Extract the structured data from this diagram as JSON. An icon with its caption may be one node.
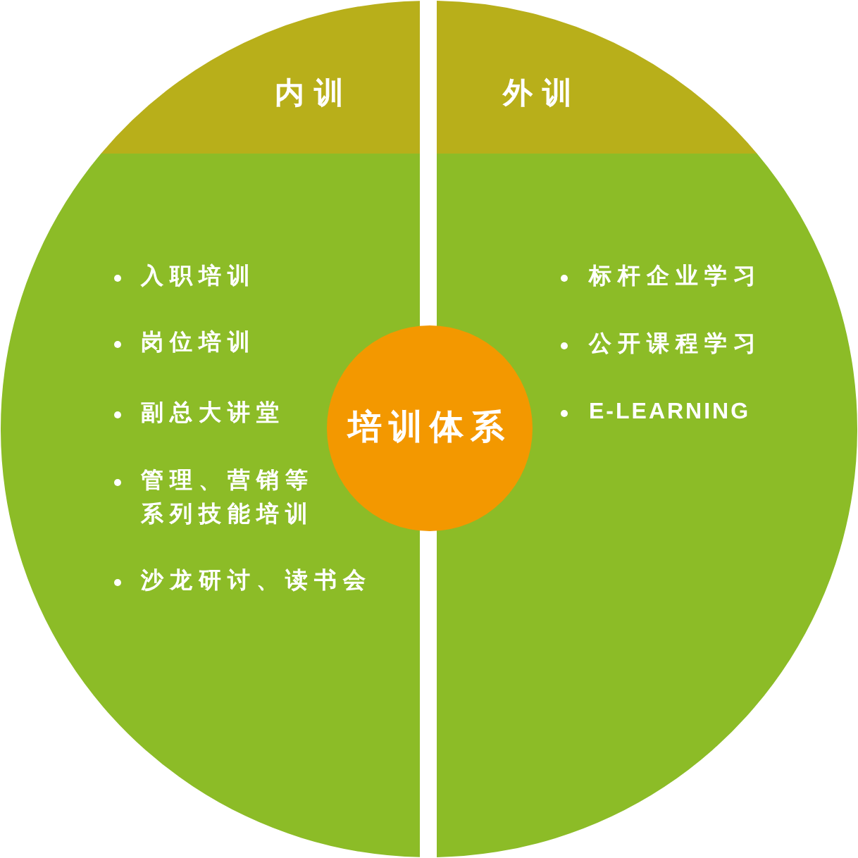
{
  "diagram": {
    "nodes": [
      {
        "text": [
          "内训",
          "入职培训",
          "岗位培训",
          "副总大讲堂",
          "管理、营销等系列技能培训",
          "沙龙研讨、读书会"
        ]
      },
      {
        "text": [
          "外训",
          "标杆企业学习",
          "公开课程学习",
          "E-LEARNING"
        ]
      },
      {
        "text": [
          "培训体系"
        ]
      }
    ]
  }
}
